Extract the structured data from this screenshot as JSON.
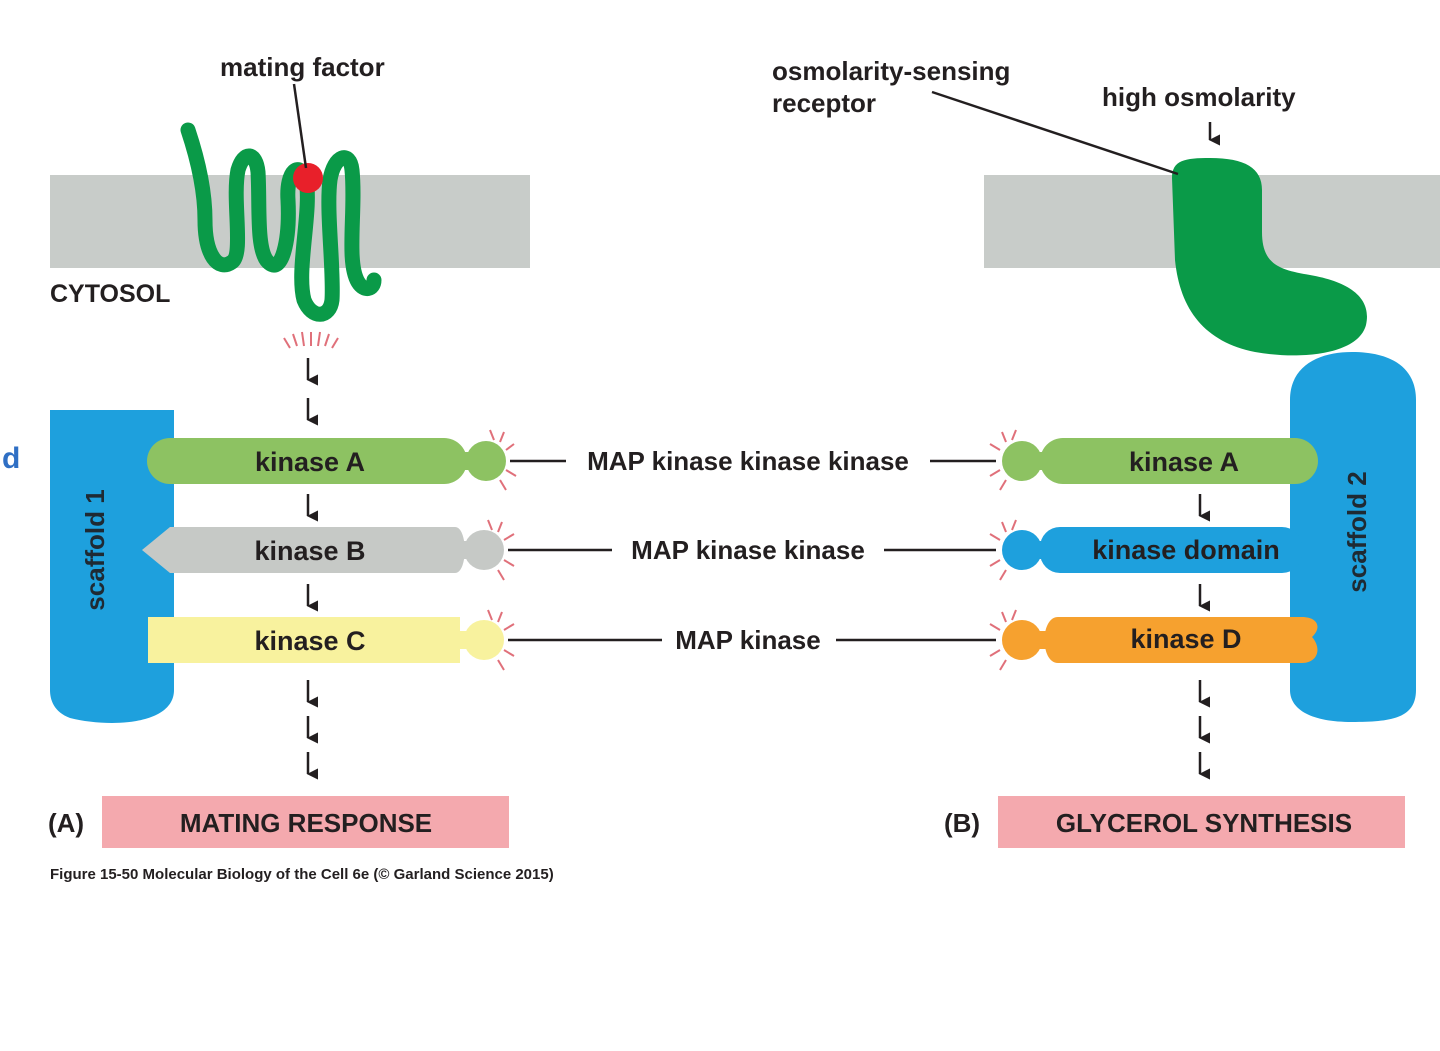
{
  "labels": {
    "mating_factor": "mating factor",
    "cytosol": "CYTOSOL",
    "osmo_receptor_line1": "osmolarity-sensing",
    "osmo_receptor_line2": "receptor",
    "high_osmolarity": "high osmolarity",
    "edge_letter": "d"
  },
  "left_pathway": {
    "scaffold": "scaffold 1",
    "kinases": [
      "kinase A",
      "kinase B",
      "kinase C"
    ],
    "panel": "(A)",
    "response": "MATING RESPONSE"
  },
  "right_pathway": {
    "scaffold": "scaffold 2",
    "kinases": [
      "kinase A",
      "kinase domain",
      "kinase D"
    ],
    "panel": "(B)",
    "response": "GLYCEROL SYNTHESIS"
  },
  "middle_labels": [
    "MAP kinase kinase kinase",
    "MAP kinase kinase",
    "MAP kinase"
  ],
  "caption": "Figure 15-50  Molecular Biology of the Cell 6e (© Garland Science 2015)",
  "colors": {
    "membrane": "#c8ccc9",
    "receptor_green": "#0a9a48",
    "mating_factor_red": "#e8202a",
    "scaffold_blue": "#1ea0dd",
    "kinase_a_green": "#8dc262",
    "kinase_b_gray": "#c6c9c6",
    "kinase_c_yellow": "#f8f29e",
    "kinase_d_orange": "#f6a12f",
    "response_pink": "#f4a9ae",
    "edge_letter_blue": "#2f6fc4"
  },
  "icons": [
    "down-arrow-icon",
    "activation-burst-icon"
  ]
}
